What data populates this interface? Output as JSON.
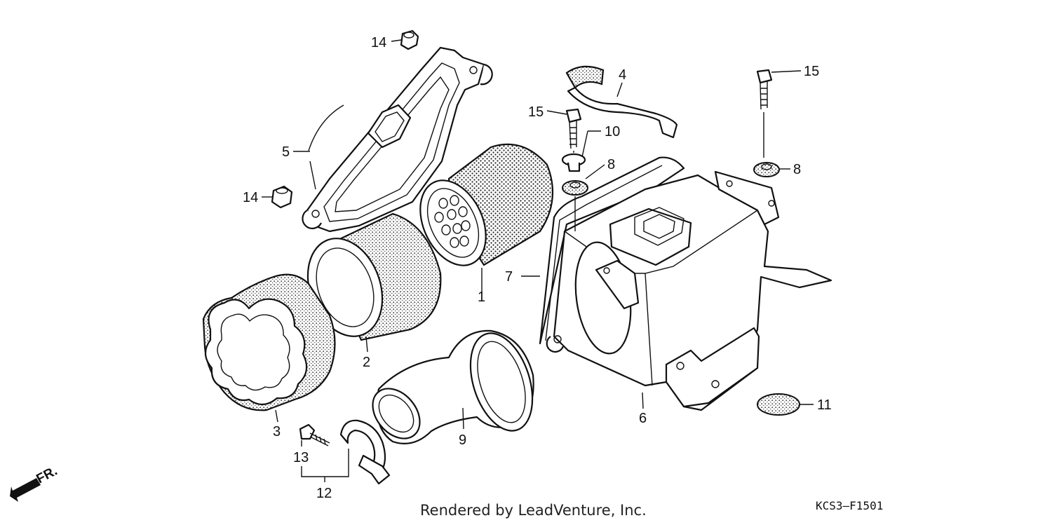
{
  "diagram": {
    "callouts": [
      {
        "id": "c14a",
        "text": "14"
      },
      {
        "id": "c5",
        "text": "5"
      },
      {
        "id": "c14b",
        "text": "14"
      },
      {
        "id": "c4",
        "text": "4"
      },
      {
        "id": "c15a",
        "text": "15"
      },
      {
        "id": "c10",
        "text": "10"
      },
      {
        "id": "c8a",
        "text": "8"
      },
      {
        "id": "c15b",
        "text": "15"
      },
      {
        "id": "c8b",
        "text": "8"
      },
      {
        "id": "c7",
        "text": "7"
      },
      {
        "id": "c1",
        "text": "1"
      },
      {
        "id": "c2",
        "text": "2"
      },
      {
        "id": "c3",
        "text": "3"
      },
      {
        "id": "c9",
        "text": "9"
      },
      {
        "id": "c6",
        "text": "6"
      },
      {
        "id": "c11",
        "text": "11"
      },
      {
        "id": "c13",
        "text": "13"
      },
      {
        "id": "c12",
        "text": "12"
      }
    ],
    "front_marker": "FR.",
    "footer": "Rendered by LeadVenture, Inc.",
    "part_code": "KCS3—F1501"
  }
}
